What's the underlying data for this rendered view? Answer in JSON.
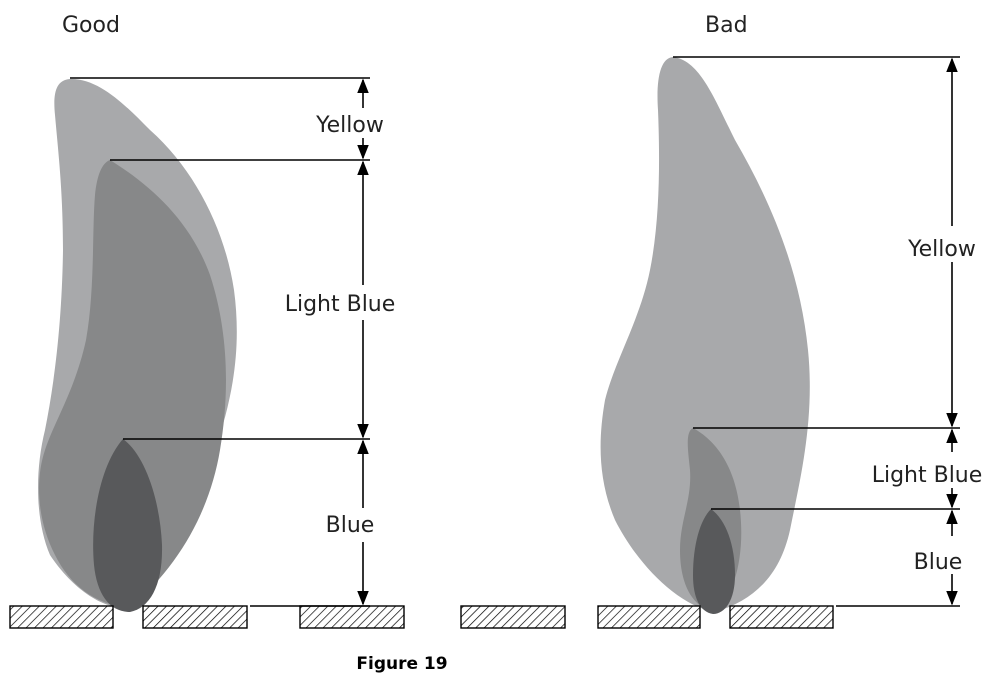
{
  "good": {
    "title": "Good",
    "labels": {
      "yellow": "Yellow",
      "light_blue": "Light Blue",
      "blue": "Blue"
    }
  },
  "bad": {
    "title": "Bad",
    "labels": {
      "yellow": "Yellow",
      "light_blue": "Light Blue",
      "blue": "Blue"
    }
  },
  "caption": "Figure 19",
  "colors": {
    "yellow_zone": "#a8a9ab",
    "light_blue_zone": "#878889",
    "blue_zone": "#58595b",
    "burner_fill": "#ffffff",
    "lines": "#000000"
  }
}
